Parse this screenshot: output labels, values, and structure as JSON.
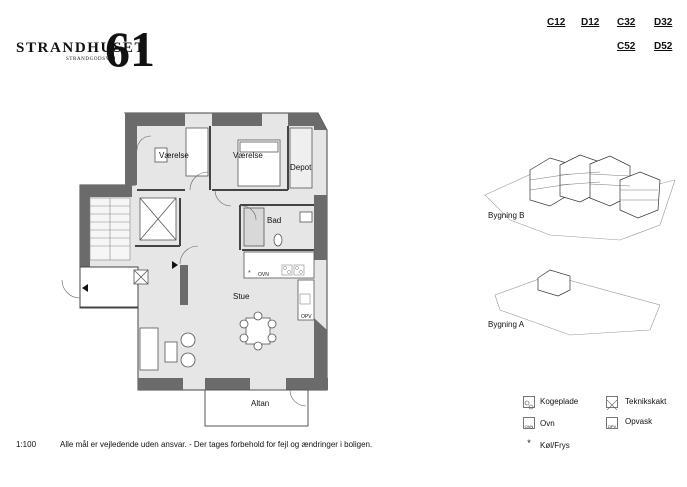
{
  "logo": {
    "word": "STRANDHUSET",
    "sub": "STRANDGODSVEJ",
    "number": "61"
  },
  "units": [
    "C12",
    "D12",
    "C32",
    "D32",
    "C52",
    "D52"
  ],
  "rooms": {
    "vaerelse1": "Værelse",
    "vaerelse2": "Værelse",
    "depot": "Depot",
    "bad": "Bad",
    "stue": "Stue",
    "altan": "Altan",
    "ovn_tag": "OVN",
    "opv_tag": "OPV"
  },
  "buildings": {
    "b": "Bygning B",
    "a": "Bygning A"
  },
  "legend": {
    "kogeplade": "Kogeplade",
    "ovn": "Ovn",
    "kolfrys": "Køl/Frys",
    "teknikskakt": "Teknikskakt",
    "opvask": "Opvask",
    "ovn_icon": "OVN",
    "opv_icon": "OPV"
  },
  "footer": {
    "scale": "1:100",
    "disclaimer": "Alle mål er vejledende uden ansvar. - Der tages forbehold for fejl og ændringer i boligen."
  },
  "icons": [
    "kogeplade-icon",
    "ovn-icon",
    "kol-frys-icon",
    "teknikskakt-icon",
    "opvask-icon",
    "door-arrow-icon"
  ]
}
